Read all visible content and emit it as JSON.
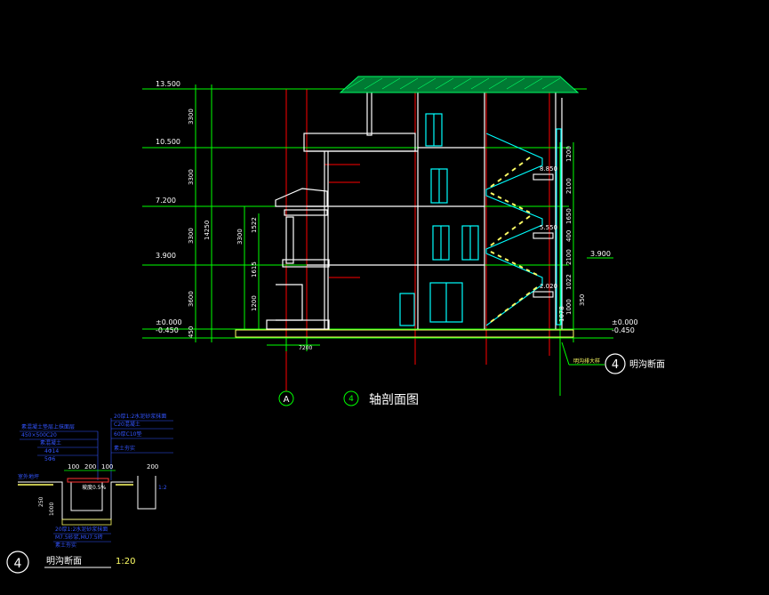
{
  "section": {
    "circle_number": "4",
    "title": "轴剖面图",
    "axis_label": "A",
    "trench_callout_number": "4",
    "trench_callout_title": "明沟断面",
    "trench_note": "明沟排大样"
  },
  "levels_left": [
    "13.500",
    "10.500",
    "7.200",
    "3.900",
    "±0.000",
    "-0.450"
  ],
  "levels_right": [
    "3.900",
    "±0.000",
    "-0.450"
  ],
  "stair_levels": [
    "8.850",
    "5.550",
    "2.020"
  ],
  "dims_left": [
    "3300",
    "3300",
    "3300",
    "3600",
    "450"
  ],
  "total_height": "14250",
  "dims_inner": [
    "3300",
    "1522",
    "1615",
    "1200"
  ],
  "dims_right": [
    "1200",
    "2100",
    "1650",
    "400",
    "2100",
    "1022",
    "1000",
    "1078",
    "350"
  ],
  "bottom_dim": "7200",
  "detail": {
    "title": "明沟断面",
    "scale": "1:20",
    "callout_number": "4",
    "notes_top_left": [
      "素混凝土垫层上抹面层",
      "450×500C20",
      "素混凝土",
      "4Φ14",
      "5Φ6"
    ],
    "notes_top_right": [
      "20厚1:2水泥砂浆抹面",
      "C20混凝土",
      "60厚C10垫",
      "素土夯实"
    ],
    "dims": [
      "100",
      "200",
      "100",
      "200"
    ],
    "labels": [
      "坡度0.5%",
      "室外地坪"
    ],
    "notes_bottom": [
      "20厚1:2水泥砂浆抹面",
      "M7.5砂浆,MU7.5砖",
      "素土夯实"
    ],
    "side_dims": [
      "1000",
      "250"
    ]
  },
  "colors": {
    "background": "#000000",
    "grid_red": "#ff0000",
    "dim_green": "#00ff00",
    "stair_cyan": "#00ffff",
    "text_white": "#ffffff",
    "roof_green": "#00aa44",
    "hatch_yellow": "#ffff66",
    "label_blue": "#3355ff"
  }
}
